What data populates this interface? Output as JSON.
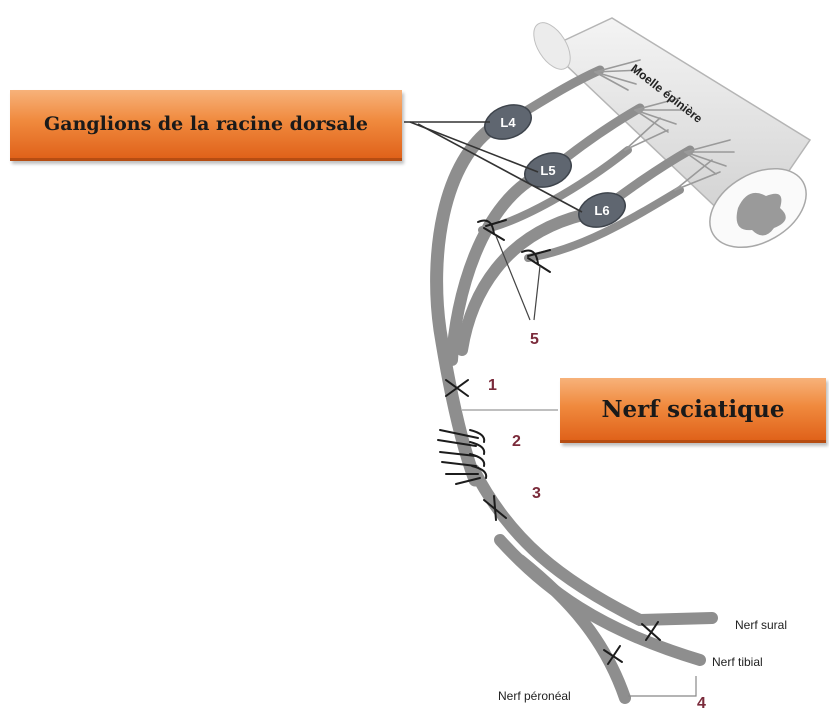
{
  "labels": {
    "ganglions": "Ganglions de la racine dorsale",
    "sciatique": "Nerf sciatique",
    "moelle": "Moelle épinière",
    "l4": "L4",
    "l5": "L5",
    "l6": "L6",
    "sural": "Nerf sural",
    "tibial": "Nerf tibial",
    "peroneal": "Nerf péronéal",
    "n1": "1",
    "n2": "2",
    "n3": "3",
    "n4": "4",
    "n5": "5"
  },
  "colors": {
    "nerve": "#8e8e8e",
    "ganglion": "#5f6670",
    "cord": "#e6e6e6",
    "number": "#7a2a3a",
    "banner": "#f08a3e"
  }
}
